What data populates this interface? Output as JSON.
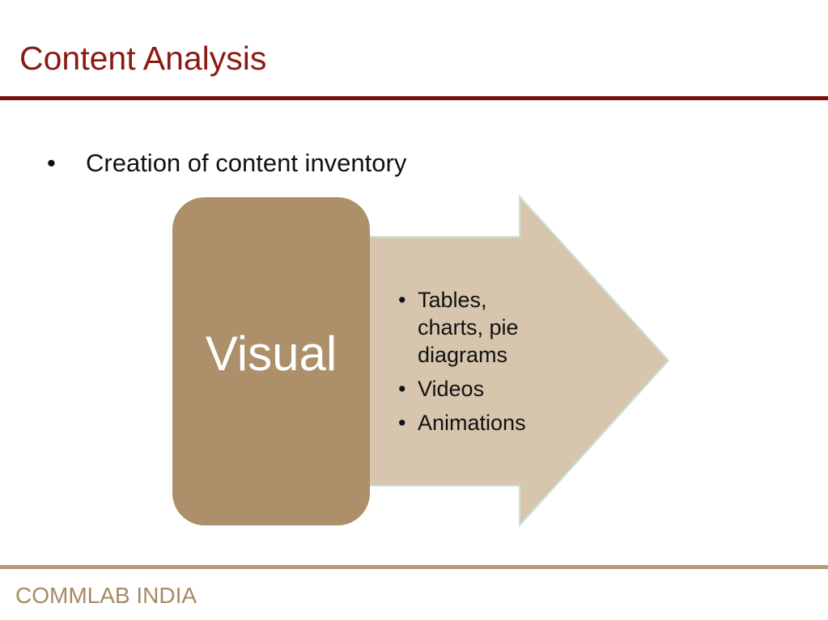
{
  "slide": {
    "title": "Content Analysis",
    "bullet": "Creation of content inventory",
    "footer": "COMMLAB INDIA"
  },
  "diagram": {
    "box_label": "Visual",
    "arrow_items": [
      "Tables, charts, pie diagrams",
      "Videos",
      "Animations"
    ]
  },
  "colors": {
    "title": "#8b1a14",
    "title_rule": "#7a1010",
    "box_fill": "#ad8f6a",
    "arrow_fill": "#d7c5ad",
    "arrow_outline": "#c9e3d6",
    "footer_rule": "#b89a78",
    "footer_text": "#a68a64"
  }
}
